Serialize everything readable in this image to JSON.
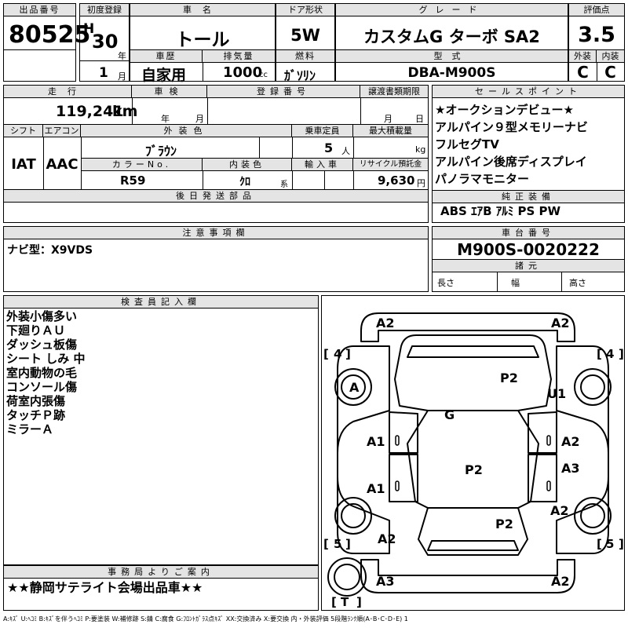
{
  "header": {
    "lot_no_label": "出品番号",
    "lot_no": "80525",
    "first_reg_label": "初度登録",
    "era": "H",
    "year": "30",
    "year_unit": "年",
    "month": "1",
    "month_unit": "月",
    "car_name_label": "車名",
    "car_name": "トール",
    "door_label": "ドア形状",
    "door": "5W",
    "grade_label": "グレード",
    "grade": "カスタムG ターボ SA2",
    "score_label": "評価点",
    "score": "3.5",
    "history_label": "車歴",
    "history": "自家用",
    "displacement_label": "排気量",
    "displacement": "1000",
    "displacement_unit": "cc",
    "fuel_label": "燃料",
    "fuel": "ｶﾞｿﾘﾝ",
    "model_label": "型式",
    "model": "DBA-M900S",
    "exterior_label": "外装",
    "exterior": "C",
    "interior_label": "内装",
    "interior": "C"
  },
  "details": {
    "mileage_label": "走行",
    "mileage": "119,241",
    "mileage_unit": "km",
    "inspection_label": "車検",
    "inspection_year_unit": "年",
    "inspection_month_unit": "月",
    "reg_no_label": "登録番号",
    "transfer_label": "譲渡書類期限",
    "transfer_month_unit": "月",
    "transfer_day_unit": "日",
    "shift_label": "シフト",
    "shift": "IAT",
    "ac_label": "エアコン",
    "ac": "AAC",
    "ext_color_label": "外装色",
    "ext_color": "ﾌﾞﾗｳﾝ",
    "capacity_label": "乗車定員",
    "capacity": "5",
    "capacity_unit": "人",
    "max_load_label": "最大積載量",
    "max_load_unit": "kg",
    "color_no_label": "カラーNo.",
    "color_no": "R59",
    "int_color_label": "内装色",
    "int_color": "ｸﾛ",
    "int_color_unit": "系",
    "import_label": "輸入車",
    "recycle_label": "リサイクル預託金",
    "recycle": "9,630",
    "recycle_unit": "円",
    "later_parts_label": "後日発送部品"
  },
  "sales_points": {
    "label": "セールスポイント",
    "items": [
      "★オークションデビュー★",
      "アルパイン９型メモリーナビ",
      "フルセグTV",
      "アルパイン後席ディスプレイ",
      "パノラマモニター"
    ]
  },
  "equipment": {
    "label": "純正装備",
    "value": "ABS ｴｱB ｱﾙﾐ PS PW"
  },
  "notes": {
    "label": "注意事項欄",
    "value": "ナビ型：X9VDS"
  },
  "chassis": {
    "label": "車台番号",
    "value": "M900S-0020222",
    "dims_label": "諸元",
    "length_label": "長さ",
    "width_label": "幅",
    "height_label": "高さ"
  },
  "inspector": {
    "label": "検査員記入欄",
    "lines": [
      "外装小傷多い",
      "下廻りＡＵ",
      "ダッシュ板傷",
      "シート しみ 中",
      "室内動物の毛",
      "コンソール傷",
      "荷室内張傷",
      "タッチＰ跡",
      "ミラーＡ"
    ]
  },
  "office": {
    "label": "事務局よりご案内",
    "value": "★★静岡サテライト会場出品車★★"
  },
  "diagram": {
    "tire_fl": "4",
    "tire_fr": "4",
    "tire_rl": "5",
    "tire_rr": "5",
    "spare": "T",
    "marks": {
      "front_left": "A2",
      "front_right": "A2",
      "wheel_fl": "A",
      "hood": "P2",
      "fender_fr": "U1",
      "roof": "G",
      "door_fl": "A1",
      "door_fr": "A2",
      "center": "P2",
      "door_rr_upper": "A3",
      "door_rl": "A1",
      "door_rr": "A2",
      "rear": "P2",
      "quarter_rl": "A2",
      "rear_left": "A3",
      "rear_right": "A2"
    }
  },
  "legend": "A:ｷｽﾞ U:ﾍｺﾐ B:ｷｽﾞを伴うﾍｺﾐ P:要塗装 W:補修跡 S:錆 C:腐食 G:ﾌﾛﾝﾄｶﾞﾗｽ点ｷｽﾞ XX:交換済み X:要交換 内・外装評価 5段階ﾗﾝｸ順(A･B･C･D･E) 1"
}
